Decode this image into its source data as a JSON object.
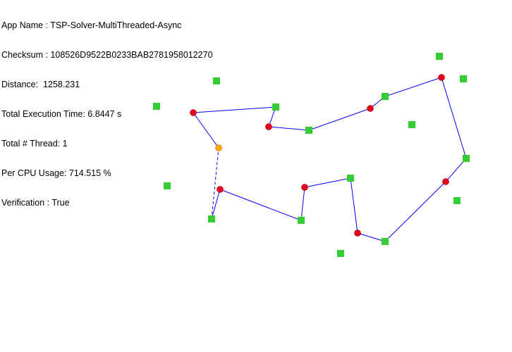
{
  "stats": [
    "App Name : TSP-Solver-MultiThreaded-Async",
    "Checksum : 108526D9522B0233BAB2781958012270",
    "Distance:  1258.231",
    "Total Execution Time: 6.8447 s",
    "Total # Thread: 1",
    "Per CPU Usage: 714.515 %",
    "Verification : True"
  ],
  "colors": {
    "background": "#ffffff",
    "text": "#000000",
    "route": "#0000ff",
    "square": "#33cc33",
    "node": "#e8001c",
    "start": "#ffa500"
  }
}
